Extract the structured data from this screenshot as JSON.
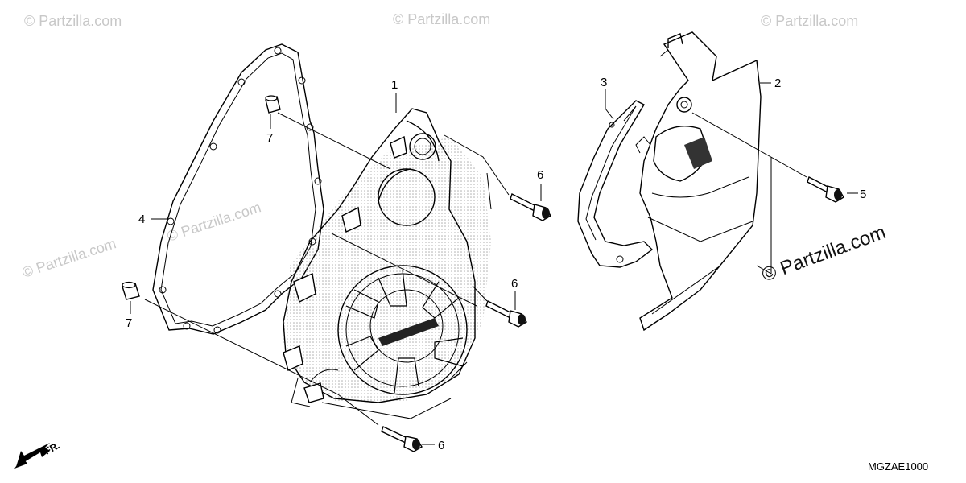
{
  "diagram": {
    "code": "MGZAE1000",
    "direction_label": "FR.",
    "watermarks": {
      "faint": "© Partzilla.com",
      "main": "© Partzilla.com"
    },
    "callouts": [
      {
        "id": "1",
        "label": "1"
      },
      {
        "id": "2",
        "label": "2"
      },
      {
        "id": "3",
        "label": "3"
      },
      {
        "id": "4",
        "label": "4"
      },
      {
        "id": "5",
        "label": "5"
      },
      {
        "id": "6a",
        "label": "6"
      },
      {
        "id": "6b",
        "label": "6"
      },
      {
        "id": "6c",
        "label": "6"
      },
      {
        "id": "7a",
        "label": "7"
      },
      {
        "id": "7b",
        "label": "7"
      }
    ]
  }
}
